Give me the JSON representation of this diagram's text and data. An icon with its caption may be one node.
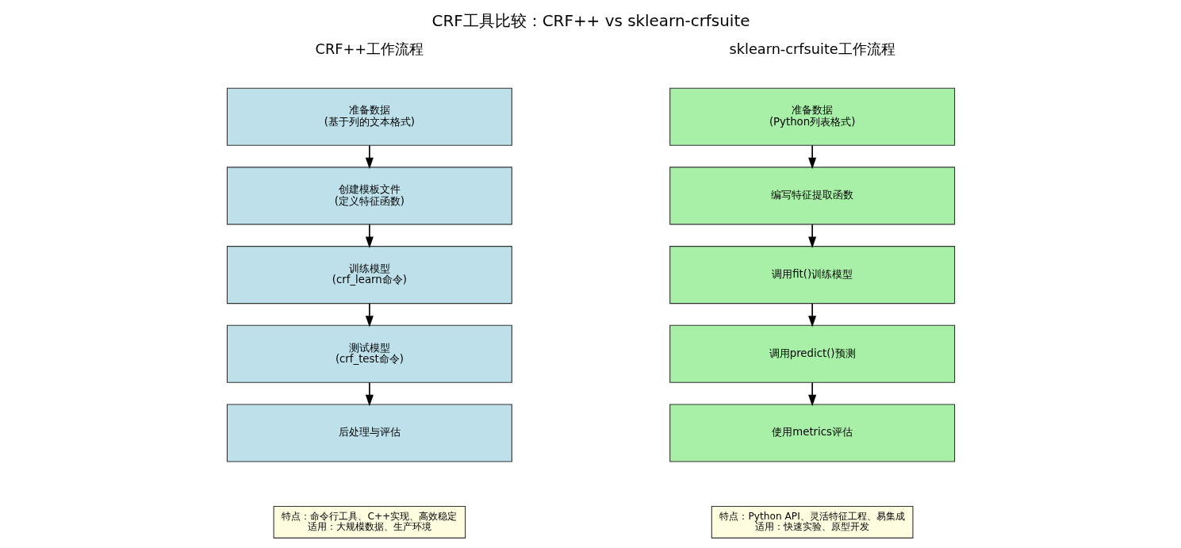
{
  "diagram": {
    "title": "CRF工具比较：CRF++ vs sklearn-crfsuite",
    "nodes": [
      {
        "text": [
          "准备数据",
          "(基于列的文本格式)"
        ]
      },
      {
        "text": [
          "创建模板文件",
          "(定义特征函数)"
        ]
      },
      {
        "text": [
          "训练模型",
          "(crf_learn命令)"
        ]
      },
      {
        "text": [
          "测试模型",
          "(crf_test命令)"
        ]
      },
      {
        "text": [
          "后处理与评估"
        ]
      },
      {
        "text": [
          "准备数据",
          "(Python列表格式)"
        ]
      },
      {
        "text": [
          "编写特征提取函数"
        ]
      },
      {
        "text": [
          "调用fit()训练模型"
        ]
      },
      {
        "text": [
          "调用predict()预测"
        ]
      },
      {
        "text": [
          "使用metrics评估"
        ]
      },
      {
        "text": [
          "特点：命令行工具、C++实现、高效稳定",
          "适用：大规模数据、生产环境"
        ]
      },
      {
        "text": [
          "特点：Python API、灵活特征工程、易集成",
          "适用：快速实验、原型开发"
        ]
      }
    ],
    "edges": [
      {
        "from": 0,
        "to": 1,
        "arrow": "to"
      },
      {
        "from": 1,
        "to": 2,
        "arrow": "to"
      },
      {
        "from": 2,
        "to": 3,
        "arrow": "to"
      },
      {
        "from": 3,
        "to": 4,
        "arrow": "to"
      },
      {
        "from": 5,
        "to": 6,
        "arrow": "to"
      },
      {
        "from": 6,
        "to": 7,
        "arrow": "to"
      },
      {
        "from": 7,
        "to": 8,
        "arrow": "to"
      },
      {
        "from": 8,
        "to": 9,
        "arrow": "to"
      }
    ],
    "labels": [
      "CRF++工作流程",
      "sklearn-crfsuite工作流程"
    ]
  }
}
